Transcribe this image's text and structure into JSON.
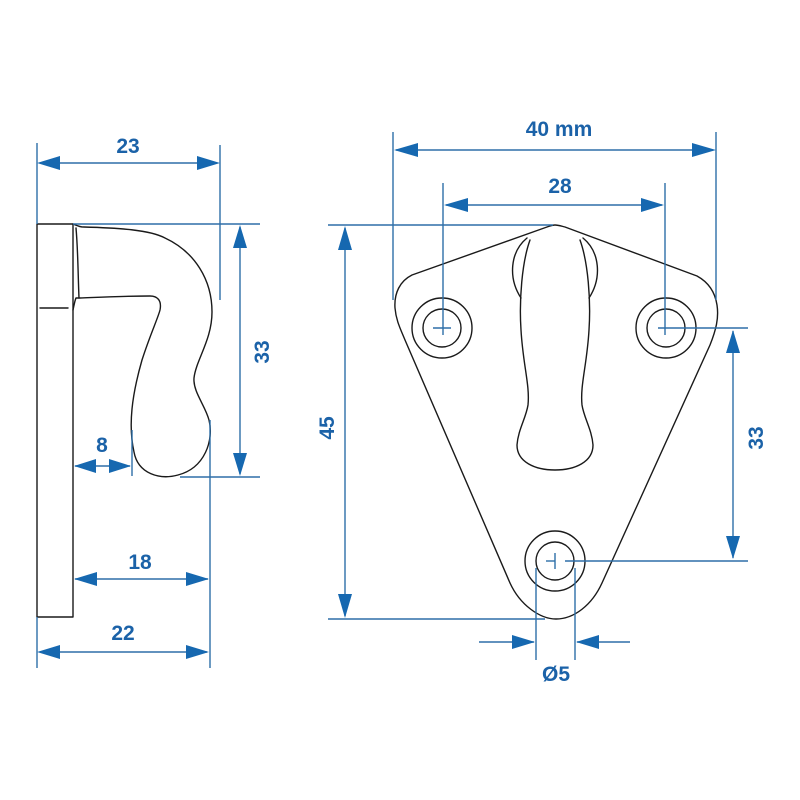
{
  "diagram": {
    "type": "technical-dimension-drawing",
    "subject": "hook plate",
    "colors": {
      "dimension_line": "#2e6fa8",
      "dimension_text": "#1b62a8",
      "part_outline": "#1a1a1a",
      "background": "#ffffff"
    },
    "side_view": {
      "dimensions": {
        "overall_width": "23",
        "height": "33",
        "hook_gap": "8",
        "hook_depth": "18",
        "base_depth": "22"
      }
    },
    "front_view": {
      "dimensions": {
        "overall_width": "40 mm",
        "hole_spacing": "28",
        "overall_height": "45",
        "hole_vertical_spacing": "33",
        "hole_diameter": "Ø5"
      }
    }
  }
}
